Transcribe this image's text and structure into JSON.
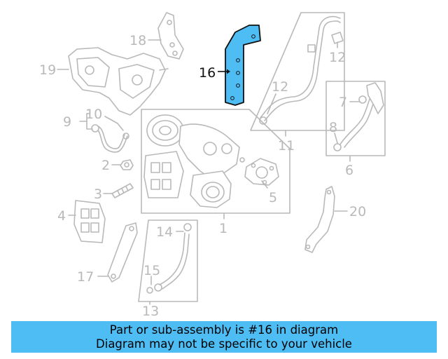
{
  "diagram": {
    "labels": {
      "p1": "1",
      "p2": "2",
      "p3": "3",
      "p4": "4",
      "p5": "5",
      "p6": "6",
      "p7": "7",
      "p8": "8",
      "p9": "9",
      "p10": "10",
      "p11": "11",
      "p12a": "12",
      "p12b": "12",
      "p13": "13",
      "p14": "14",
      "p15": "15",
      "p16": "16",
      "p17": "17",
      "p18": "18",
      "p19": "19",
      "p20": "20"
    },
    "highlighted_part": "16",
    "colors": {
      "highlight": "#4ebdf4",
      "line": "#b9b9b9",
      "text": "#111111"
    }
  },
  "banner": {
    "line1": "Part or sub-assembly is #16 in diagram",
    "line2": "Diagram may not be specific to your vehicle",
    "background": "#4ebdf4"
  }
}
